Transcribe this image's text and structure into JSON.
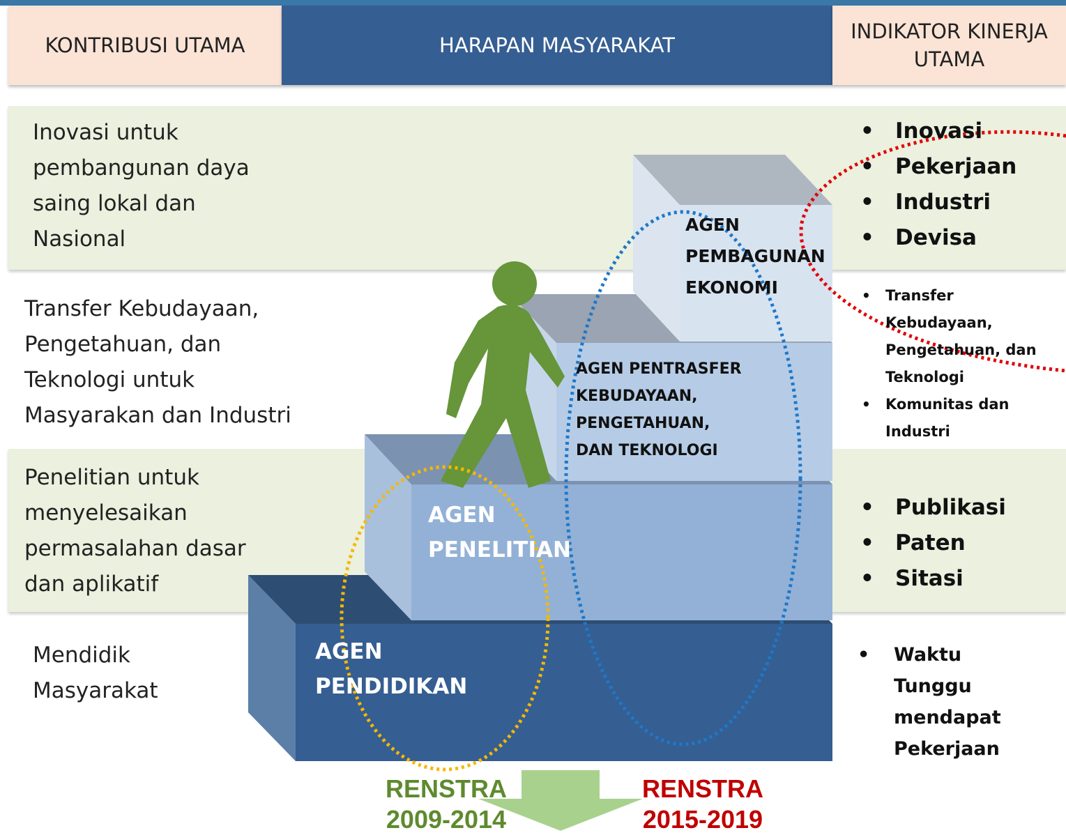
{
  "header": {
    "left": "KONTRIBUSI UTAMA",
    "center": "HARAPAN MASYARAKAT",
    "right_line1": "INDIKATOR KINERJA",
    "right_line2": "UTAMA"
  },
  "contributions": {
    "row1": [
      "Inovasi untuk",
      "pembangunan daya",
      "saing lokal dan",
      "Nasional"
    ],
    "row2": [
      "Transfer Kebudayaan,",
      "Pengetahuan, dan",
      "Teknologi untuk",
      "Masyarakan dan Industri"
    ],
    "row3": [
      "Penelitian  untuk",
      "menyelesaikan",
      "permasalahan dasar",
      "dan aplikatif"
    ],
    "row4": [
      "Mendidik",
      "Masyarakat"
    ]
  },
  "steps": {
    "step1": [
      "AGEN",
      "PENDIDIKAN"
    ],
    "step2": [
      "AGEN",
      "PENELITIAN"
    ],
    "step3": [
      "AGEN PENTRASFER",
      "KEBUDAYAAN,",
      "PENGETAHUAN,",
      "DAN TEKNOLOGI"
    ],
    "step4": [
      "AGEN",
      "PEMBAGUNAN",
      "EKONOMI"
    ]
  },
  "indicators": {
    "row1": [
      "Inovasi",
      "Pekerjaan",
      "Industri",
      "Devisa"
    ],
    "row2": [
      "Transfer Kebudayaan, Pengetahuan, dan Teknologi",
      "Komunitas dan Industri"
    ],
    "row3": [
      "Publikasi",
      "Paten",
      "Sitasi"
    ],
    "row4": [
      "Waktu",
      "Tunggu",
      "mendapat",
      "Pekerjaan"
    ]
  },
  "renstra": {
    "left_title": "RENSTRA",
    "left_years": "2009-2014",
    "right_title": "RENSTRA",
    "right_years": "2015-2019"
  },
  "colors": {
    "header_center": "#355e92",
    "header_side": "#fbe4d6",
    "band": "#ebf0df",
    "walker": "#66953a",
    "renstra_old": "#5e8a2e",
    "renstra_new": "#c00000",
    "ellipse_old": "#f5b800",
    "ellipse_new": "#1f78c8",
    "ellipse_future": "#e00000"
  },
  "icons": [
    "walking-person-icon",
    "down-arrow-icon"
  ]
}
